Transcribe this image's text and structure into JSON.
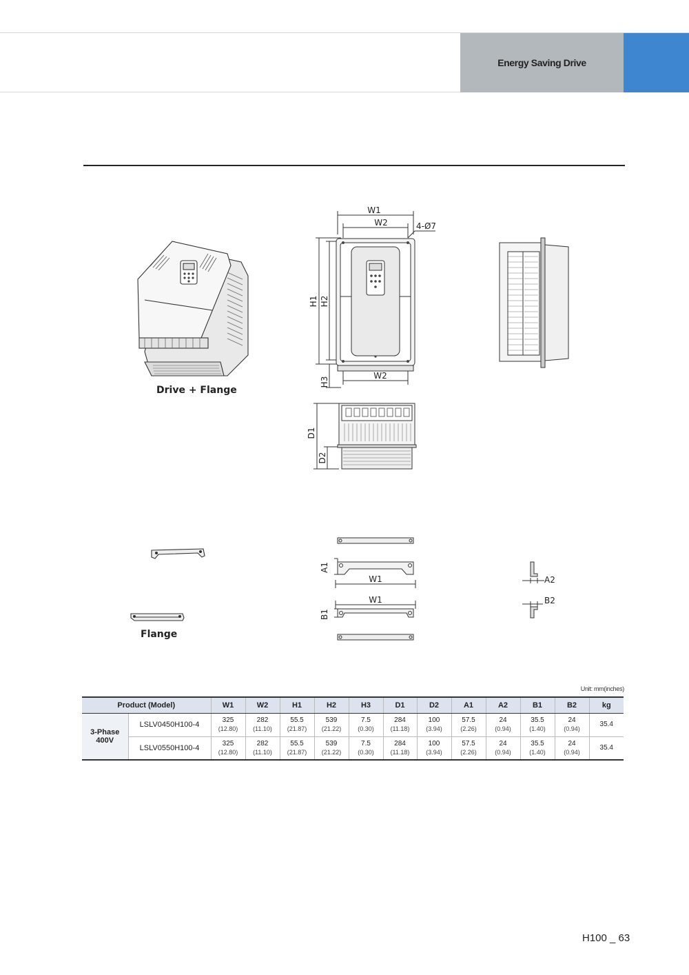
{
  "header": {
    "title": "Energy Saving Drive"
  },
  "drawings": {
    "iso_caption": "Drive + Flange",
    "flange_caption": "Flange",
    "front_labels": {
      "w1": "W1",
      "w2_top": "W2",
      "holes": "4-Ø7",
      "h1": "H1",
      "h2": "H2",
      "h3": "H3",
      "w2_bottom": "W2"
    },
    "bottom_labels": {
      "d1": "D1",
      "d2": "D2"
    },
    "flange_labels": {
      "a1": "A1",
      "w1_a": "W1",
      "w1_b": "W1",
      "b1": "B1",
      "a2": "A2",
      "b2": "B2"
    }
  },
  "table": {
    "unit_note": "Unit: mm(inches)",
    "header_product": "Product (Model)",
    "columns": [
      "W1",
      "W2",
      "H1",
      "H2",
      "H3",
      "D1",
      "D2",
      "A1",
      "A2",
      "B1",
      "B2",
      "kg"
    ],
    "group_label_1": "3-Phase",
    "group_label_2": "400V",
    "rows": [
      {
        "model": "LSLV0450H100-4",
        "cells": [
          {
            "v": "325",
            "i": "(12.80)"
          },
          {
            "v": "282",
            "i": "(11.10)"
          },
          {
            "v": "55.5",
            "i": "(21.87)"
          },
          {
            "v": "539",
            "i": "(21.22)"
          },
          {
            "v": "7.5",
            "i": "(0.30)"
          },
          {
            "v": "284",
            "i": "(11.18)"
          },
          {
            "v": "100",
            "i": "(3.94)"
          },
          {
            "v": "57.5",
            "i": "(2.26)"
          },
          {
            "v": "24",
            "i": "(0.94)"
          },
          {
            "v": "35.5",
            "i": "(1.40)"
          },
          {
            "v": "24",
            "i": "(0.94)"
          }
        ],
        "kg": "35.4"
      },
      {
        "model": "LSLV0550H100-4",
        "cells": [
          {
            "v": "325",
            "i": "(12.80)"
          },
          {
            "v": "282",
            "i": "(11.10)"
          },
          {
            "v": "55.5",
            "i": "(21.87)"
          },
          {
            "v": "539",
            "i": "(21.22)"
          },
          {
            "v": "7.5",
            "i": "(0.30)"
          },
          {
            "v": "284",
            "i": "(11.18)"
          },
          {
            "v": "100",
            "i": "(3.94)"
          },
          {
            "v": "57.5",
            "i": "(2.26)"
          },
          {
            "v": "24",
            "i": "(0.94)"
          },
          {
            "v": "35.5",
            "i": "(1.40)"
          },
          {
            "v": "24",
            "i": "(0.94)"
          }
        ],
        "kg": "35.4"
      }
    ]
  },
  "footer": {
    "page_number": "H100 _ 63"
  }
}
